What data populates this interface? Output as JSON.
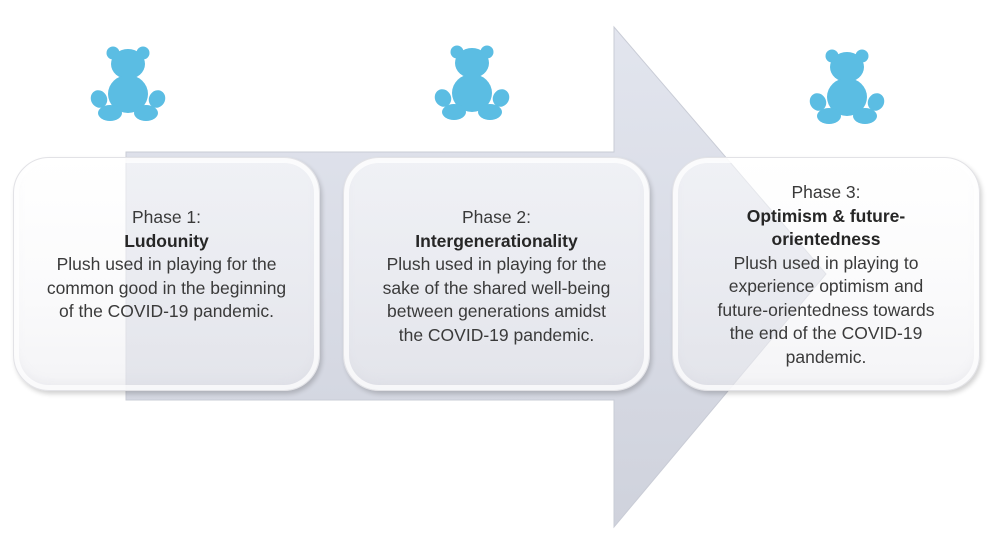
{
  "colors": {
    "bear": "#5bbde3",
    "arrow": "#d9dce6",
    "box_border": "#e2e2e6",
    "text": "#3a3a3a"
  },
  "icons": [
    "teddy-bear-icon",
    "teddy-bear-icon",
    "teddy-bear-icon"
  ],
  "phases": [
    {
      "label": "Phase 1:",
      "title_lines": [
        "Ludounity"
      ],
      "description_lines": [
        "Plush used in playing for the",
        "common good in the beginning",
        "of the COVID-19 pandemic."
      ]
    },
    {
      "label": "Phase 2:",
      "title_lines": [
        "Intergenerationality"
      ],
      "description_lines": [
        "Plush used in playing for the",
        "sake of the shared well-being",
        "between generations amidst",
        "the COVID-19 pandemic."
      ]
    },
    {
      "label": "Phase 3:",
      "title_lines": [
        "Optimism & future-",
        "orientedness"
      ],
      "description_lines": [
        "Plush used in playing to",
        "experience optimism and",
        "future-orientedness towards",
        "the end of the COVID-19",
        "pandemic."
      ]
    }
  ]
}
